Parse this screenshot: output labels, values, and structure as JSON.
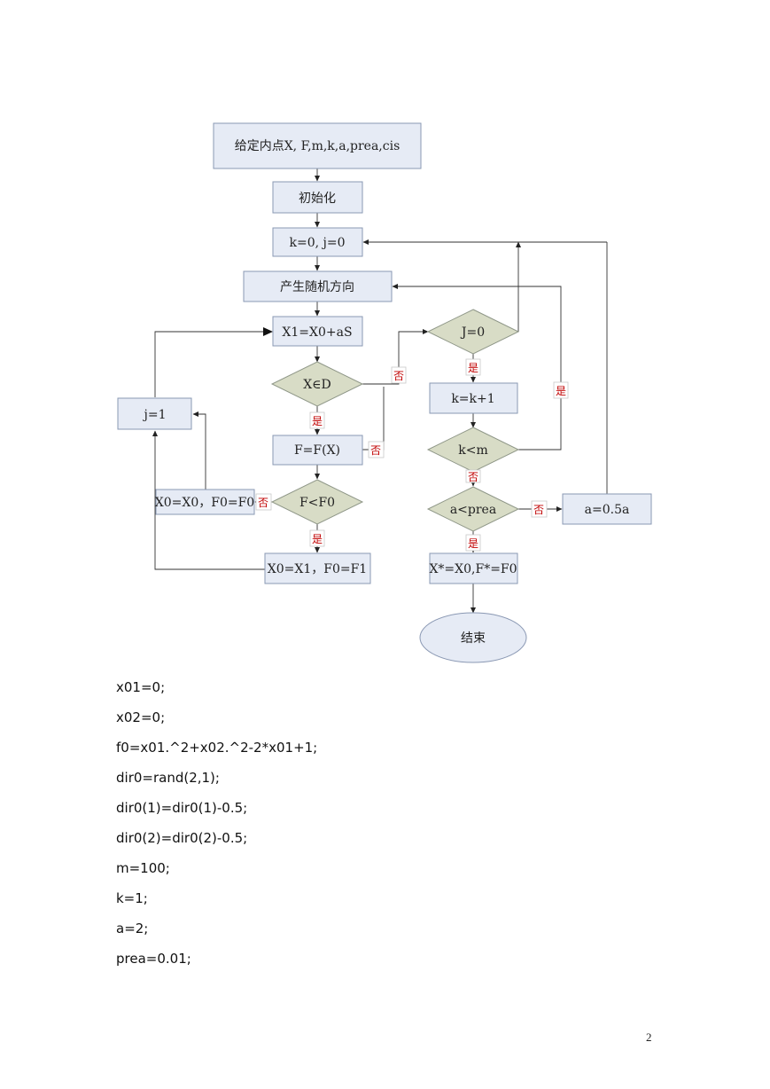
{
  "flowchart": {
    "nodes": {
      "start": "给定内点X, F,m,k,a,prea,cis",
      "init": "初始化",
      "reset": "k=0, j=0",
      "dir": "产生随机方向",
      "step": "X1=X0+aS",
      "inD": "X∈D",
      "feval": "F=F(X)",
      "cmp": "F<F0",
      "accept": "X0=X1，F0=F1",
      "reject": "X0=X0，F0=F0",
      "j1": "j=1",
      "j0": "J=0",
      "kinc": "k=k+1",
      "klm": "k<m",
      "aprea": "a<prea",
      "half": "a=0.5a",
      "result": "X*=X0,F*=F0",
      "end": "结束"
    },
    "edge_labels": {
      "yes": "是",
      "no": "否"
    }
  },
  "code_lines": [
    "x01=0;",
    "x02=0;",
    "f0=x01.^2+x02.^2-2*x01+1;",
    "dir0=rand(2,1);",
    "dir0(1)=dir0(1)-0.5;",
    "dir0(2)=dir0(2)-0.5;",
    "m=100;",
    "k=1;",
    "a=2;",
    "prea=0.01;"
  ],
  "page_number": "2"
}
